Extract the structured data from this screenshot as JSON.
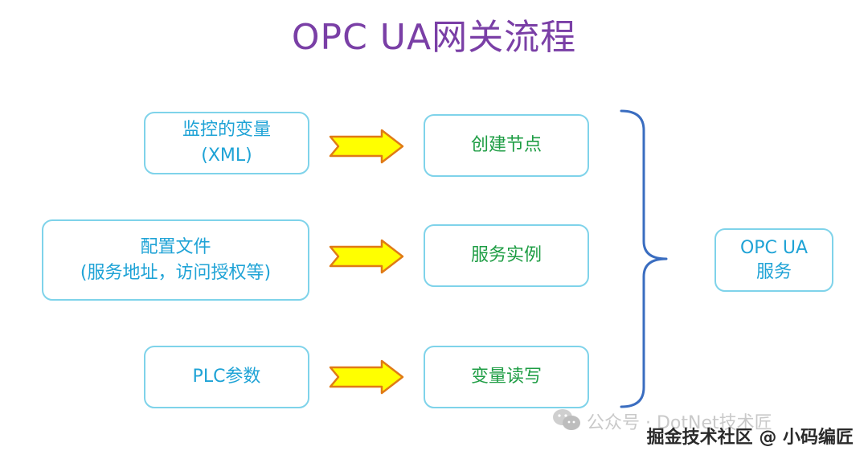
{
  "title": "OPC UA网关流程",
  "sources": [
    {
      "line1": "监控的变量",
      "line2": "(XML)"
    },
    {
      "line1": "配置文件",
      "line2": "(服务地址，访问授权等)"
    },
    {
      "line1": "PLC参数",
      "line2": ""
    }
  ],
  "targets": [
    "创建节点",
    "服务实例",
    "变量读写"
  ],
  "service": {
    "line1": "OPC UA",
    "line2": "服务"
  },
  "watermark": "公众号 · DotNet技术匠",
  "footer": "掘金技术社区 @ 小码编匠",
  "colors": {
    "title": "#7a3fa6",
    "box_border": "#7fd3ea",
    "source_text": "#1fa3d6",
    "target_text": "#1e9d44",
    "arrow_fill": "#ffff00",
    "arrow_stroke": "#e07a16",
    "brace": "#3a6dc0"
  },
  "icons": {
    "arrow": "right-arrow-icon",
    "brace": "right-curly-brace",
    "wechat": "wechat-icon"
  }
}
